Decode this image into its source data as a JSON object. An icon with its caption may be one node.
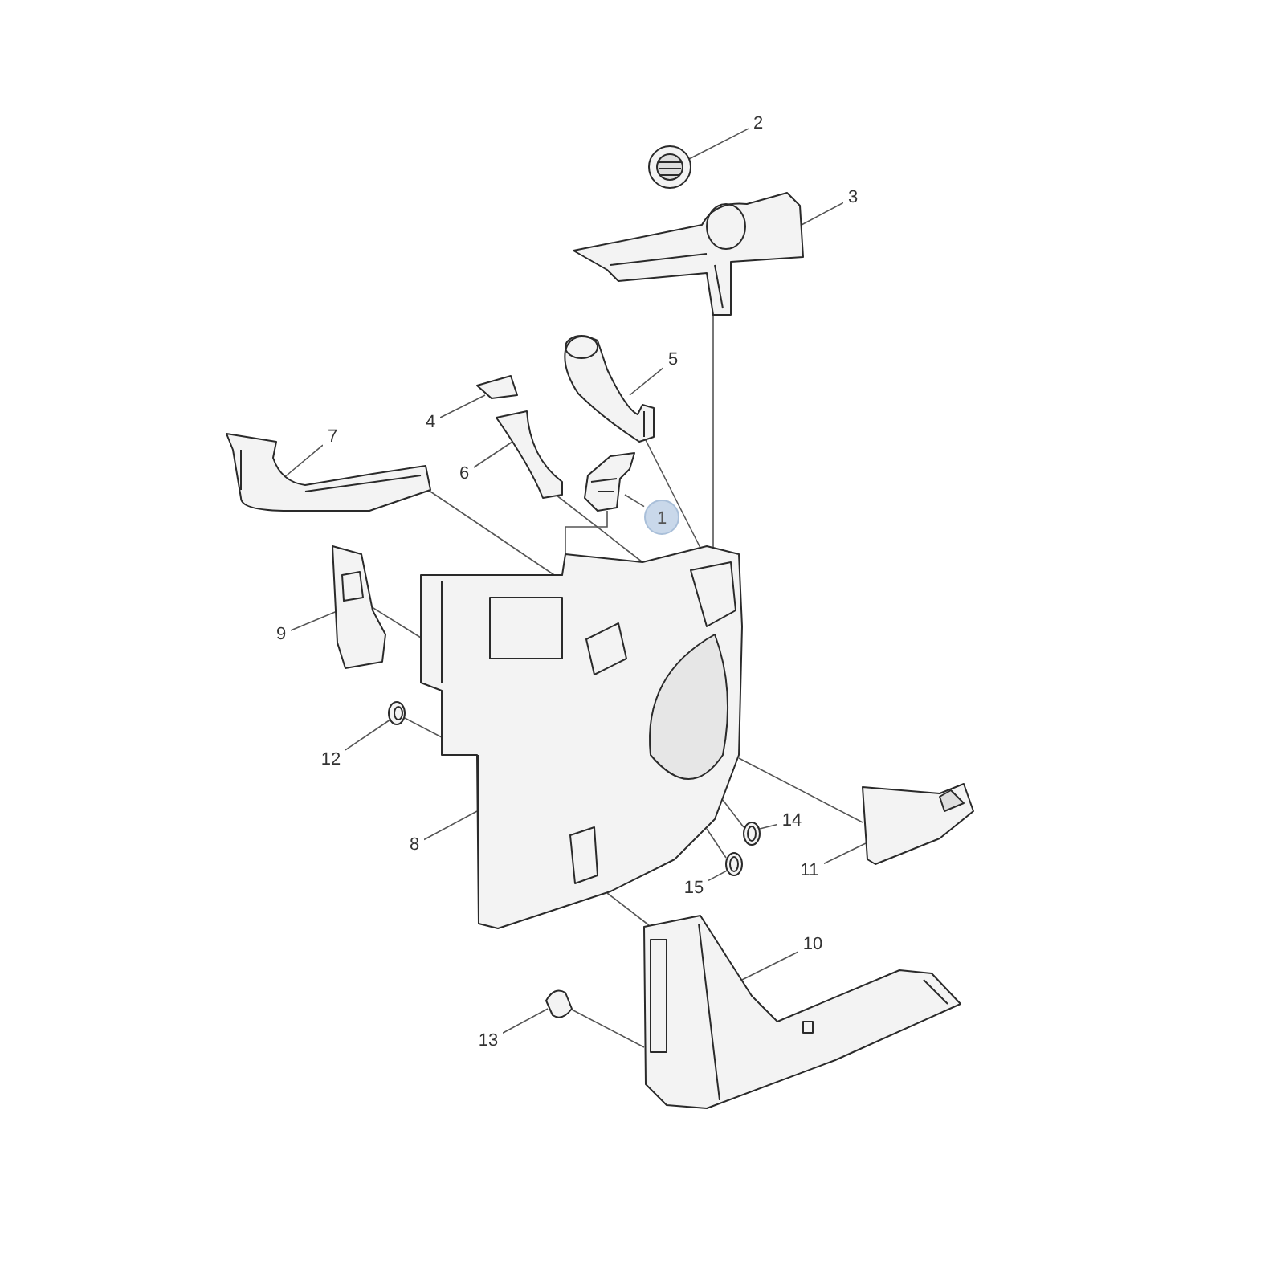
{
  "diagram": {
    "nodes": [
      {
        "text": [
          "1"
        ]
      },
      {
        "text": [
          "2"
        ]
      },
      {
        "text": [
          "3"
        ]
      },
      {
        "text": [
          "4"
        ]
      },
      {
        "text": [
          "5"
        ]
      },
      {
        "text": [
          "6"
        ]
      },
      {
        "text": [
          "7"
        ]
      },
      {
        "text": [
          "8"
        ]
      },
      {
        "text": [
          "9"
        ]
      },
      {
        "text": [
          "10"
        ]
      },
      {
        "text": [
          "11"
        ]
      },
      {
        "text": [
          "12"
        ]
      },
      {
        "text": [
          "13"
        ]
      },
      {
        "text": [
          "14"
        ]
      },
      {
        "text": [
          "15"
        ]
      },
      {
        "text": [],
        "shape": "picture"
      },
      {
        "text": [],
        "shape": "picture"
      },
      {
        "text": [],
        "shape": "picture"
      },
      {
        "text": [],
        "shape": "picture"
      },
      {
        "text": [],
        "shape": "picture"
      },
      {
        "text": [],
        "shape": "picture"
      },
      {
        "text": [],
        "shape": "picture"
      },
      {
        "text": [],
        "shape": "picture"
      },
      {
        "text": [],
        "shape": "picture"
      },
      {
        "text": [],
        "shape": "picture"
      },
      {
        "text": [],
        "shape": "picture"
      },
      {
        "text": [],
        "shape": "picture"
      },
      {
        "text": [],
        "shape": "picture"
      },
      {
        "text": [],
        "shape": "picture"
      },
      {
        "text": [],
        "shape": "picture"
      }
    ],
    "edges": [
      {
        "from": 0,
        "to": 15,
        "arrow": "none"
      },
      {
        "from": 1,
        "to": 16,
        "arrow": "none"
      },
      {
        "from": 2,
        "to": 17,
        "arrow": "none"
      },
      {
        "from": 3,
        "to": 18,
        "arrow": "none"
      },
      {
        "from": 4,
        "to": 19,
        "arrow": "none"
      },
      {
        "from": 5,
        "to": 20,
        "arrow": "none"
      },
      {
        "from": 6,
        "to": 21,
        "arrow": "none"
      },
      {
        "from": 7,
        "to": 22,
        "arrow": "none"
      },
      {
        "from": 8,
        "to": 23,
        "arrow": "none"
      },
      {
        "from": 9,
        "to": 24,
        "arrow": "none"
      },
      {
        "from": 10,
        "to": 25,
        "arrow": "none"
      },
      {
        "from": 11,
        "to": 26,
        "arrow": "none"
      },
      {
        "from": 12,
        "to": 27,
        "arrow": "none"
      },
      {
        "from": 13,
        "to": 28,
        "arrow": "none"
      },
      {
        "from": 14,
        "to": 29,
        "arrow": "none"
      },
      {
        "from": 17,
        "to": 22,
        "arrow": "none"
      },
      {
        "from": 19,
        "to": 22,
        "arrow": "none"
      },
      {
        "from": 20,
        "to": 22,
        "arrow": "none"
      },
      {
        "from": 21,
        "to": 22,
        "arrow": "none"
      },
      {
        "from": 15,
        "to": 22,
        "arrow": "none"
      },
      {
        "from": 23,
        "to": 22,
        "arrow": "none"
      },
      {
        "from": 26,
        "to": 22,
        "arrow": "none"
      },
      {
        "from": 25,
        "to": 22,
        "arrow": "none"
      },
      {
        "from": 28,
        "to": 22,
        "arrow": "none"
      },
      {
        "from": 29,
        "to": 22,
        "arrow": "none"
      },
      {
        "from": 24,
        "to": 22,
        "arrow": "none"
      },
      {
        "from": 27,
        "to": 24,
        "arrow": "none"
      }
    ]
  }
}
